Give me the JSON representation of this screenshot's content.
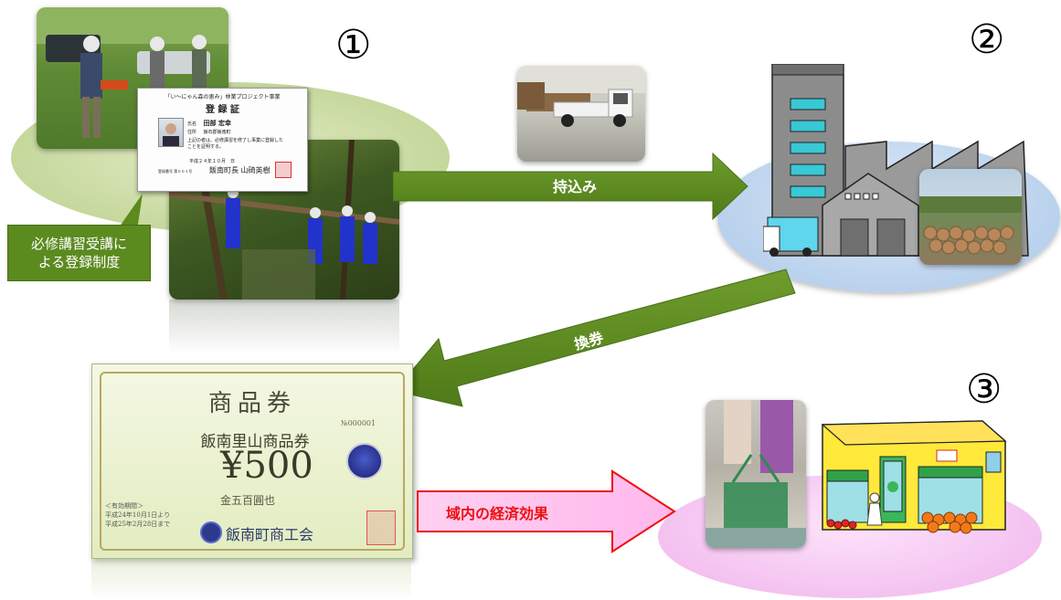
{
  "steps": {
    "one": "①",
    "two": "②",
    "three": "③"
  },
  "callout": {
    "line1": "必修講習受講に",
    "line2": "よる登録制度"
  },
  "arrows": {
    "carry_in": "持込み",
    "exchange": "換券",
    "economic_effect": "域内の経済効果"
  },
  "id_card": {
    "header": "「い〜にゃん森の恵み」林業プロジェクト事業",
    "title": "登 録 証",
    "name_label": "氏名",
    "name": "田部 宏幸",
    "address_label": "住所",
    "address": "飯石郡飯南町",
    "body": "上記の者は、必修講習を修了し事業に登録したことを証明する。",
    "date": "平成２４年１０月　日",
    "issuer": "飯南町長 山碕英樹",
    "reg_no": "登録番号 第００１号"
  },
  "voucher": {
    "title": "商品券",
    "serial": "№000001",
    "name": "飯南里山商品券",
    "amount": "¥500",
    "amount_kanji": "金五百圓也",
    "issuer": "飯南町商工会",
    "validity1": "＜有効期間＞",
    "validity2": "平成24年10月1日より",
    "validity3": "平成25年2月28日まで"
  },
  "colors": {
    "green_arrow": "#5b8a1f",
    "red_arrow": "#ee1111",
    "pink_fill": "#ffc6f0",
    "ellipse1": "#cddca9",
    "ellipse2": "#c2d8ef",
    "ellipse3": "#f6c9f3"
  }
}
